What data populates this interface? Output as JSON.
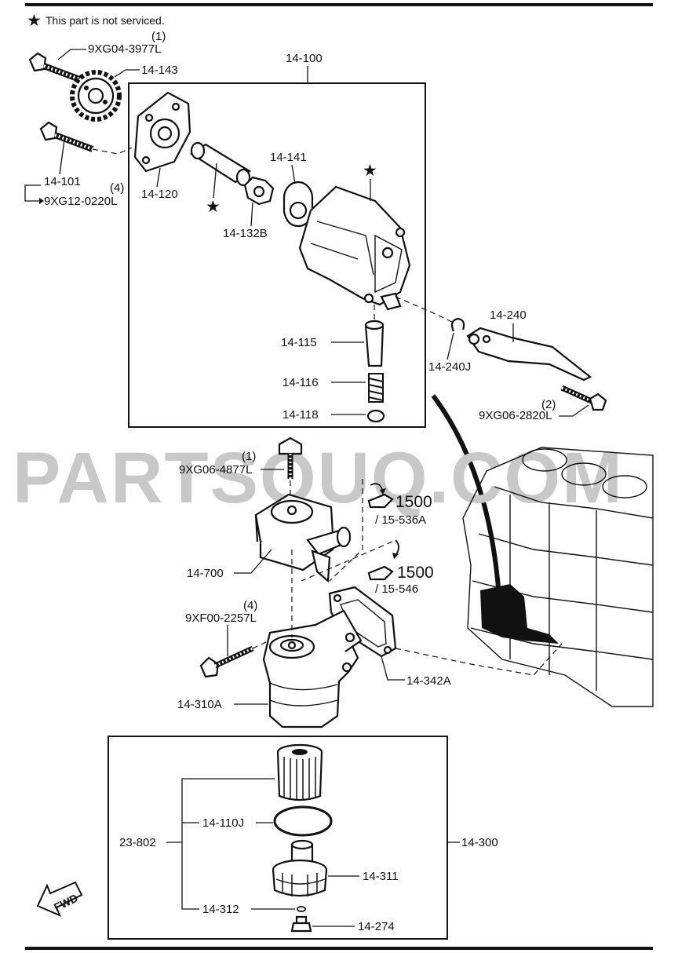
{
  "legend": {
    "note": "This part is not serviced."
  },
  "watermark": "PARTSOUQ.COM",
  "callouts": {
    "bolt_top": {
      "qty": "(1)",
      "code": "9XG04-3977L"
    },
    "sprocket": "14-143",
    "pump_assy": "14-100",
    "bolt_left": "14-101",
    "bolt_left_code": {
      "qty": "(4)",
      "code": "9XG12-0220L"
    },
    "plate": "14-120",
    "shaft_bush": "14-141",
    "rotor": "14-132B",
    "plunger": "14-115",
    "spring": "14-116",
    "plug": "14-118",
    "bracket": "14-240",
    "snap": "14-240J",
    "bracket_bolt": {
      "qty": "(2)",
      "code": "9XG06-2820L"
    },
    "cooler_bolt": {
      "qty": "(1)",
      "code": "9XG06-4877L"
    },
    "sealant1": {
      "num": "1500",
      "ref": "/ 15-536A"
    },
    "sealant2": {
      "num": "1500",
      "ref": "/ 15-546"
    },
    "cooler": "14-700",
    "body_bolt": {
      "qty": "(4)",
      "code": "9XF00-2257L"
    },
    "gasket": "14-342A",
    "filter_body": "14-310A",
    "filter_kit": "23-802",
    "oring": "14-110J",
    "filter_assy": "14-300",
    "cap": "14-311",
    "small_oring": "14-312",
    "drain": "14-274",
    "fwd": "FWD"
  }
}
